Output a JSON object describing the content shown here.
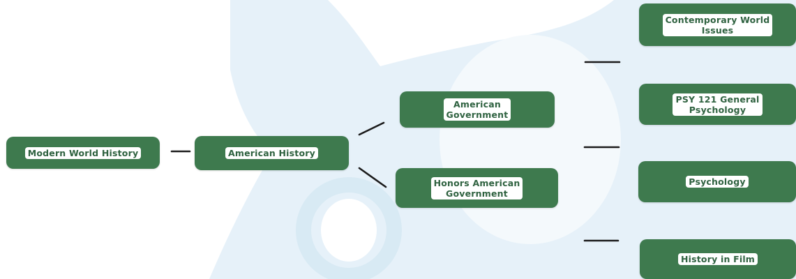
{
  "colors": {
    "node_fill": "#3e7a4e",
    "label_background": "#ffffff",
    "label_text": "#2f6240",
    "connector": "#1b1b1b",
    "watermark": "#e3f0f8"
  },
  "background_icon": "owl-mascot-watermark",
  "nodes": {
    "modern_world_history": "Modern World History",
    "american_history": "American History",
    "american_government": "American\nGovernment",
    "honors_american_government": "Honors American\nGovernment",
    "contemporary_world_issues": "Contemporary World\nIssues",
    "psy121_general_psychology": "PSY 121 General\nPsychology",
    "psychology": "Psychology",
    "history_in_film": "History in Film"
  }
}
